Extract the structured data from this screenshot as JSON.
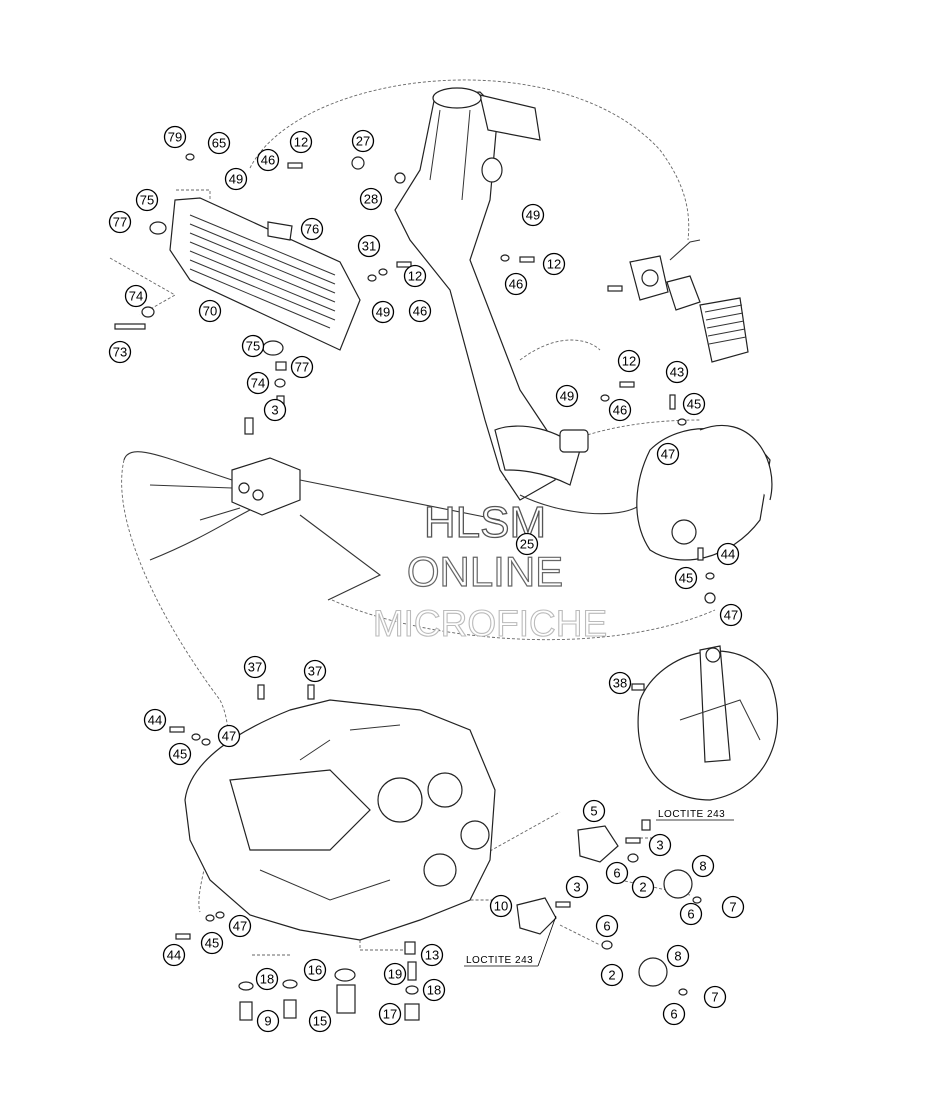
{
  "watermark": {
    "line1": "HLSM",
    "line2": "ONLINE",
    "line3": "MICROFICHE"
  },
  "notes": {
    "loctite_top": "LOCTITE 243",
    "loctite_bottom": "LOCTITE 243"
  },
  "callouts": [
    {
      "id": "c79",
      "label": "79"
    },
    {
      "id": "c65",
      "label": "65"
    },
    {
      "id": "c12a",
      "label": "12"
    },
    {
      "id": "c46a",
      "label": "46"
    },
    {
      "id": "c49a",
      "label": "49"
    },
    {
      "id": "c27",
      "label": "27"
    },
    {
      "id": "c28",
      "label": "28"
    },
    {
      "id": "c75a",
      "label": "75"
    },
    {
      "id": "c77a",
      "label": "77"
    },
    {
      "id": "c76",
      "label": "76"
    },
    {
      "id": "c49b",
      "label": "49"
    },
    {
      "id": "c31",
      "label": "31"
    },
    {
      "id": "c12b",
      "label": "12"
    },
    {
      "id": "c12c",
      "label": "12"
    },
    {
      "id": "c46b",
      "label": "46"
    },
    {
      "id": "c74a",
      "label": "74"
    },
    {
      "id": "c70",
      "label": "70"
    },
    {
      "id": "c49c",
      "label": "49"
    },
    {
      "id": "c46c",
      "label": "46"
    },
    {
      "id": "c73",
      "label": "73"
    },
    {
      "id": "c75b",
      "label": "75"
    },
    {
      "id": "c77b",
      "label": "77"
    },
    {
      "id": "c74b",
      "label": "74"
    },
    {
      "id": "c3a",
      "label": "3"
    },
    {
      "id": "c12d",
      "label": "12"
    },
    {
      "id": "c43",
      "label": "43"
    },
    {
      "id": "c49d",
      "label": "49"
    },
    {
      "id": "c46d",
      "label": "46"
    },
    {
      "id": "c45a",
      "label": "45"
    },
    {
      "id": "c47a",
      "label": "47"
    },
    {
      "id": "c25",
      "label": "25"
    },
    {
      "id": "c44a",
      "label": "44"
    },
    {
      "id": "c45b",
      "label": "45"
    },
    {
      "id": "c47b",
      "label": "47"
    },
    {
      "id": "c37a",
      "label": "37"
    },
    {
      "id": "c37b",
      "label": "37"
    },
    {
      "id": "c38",
      "label": "38"
    },
    {
      "id": "c44b",
      "label": "44"
    },
    {
      "id": "c47c",
      "label": "47"
    },
    {
      "id": "c45c",
      "label": "45"
    },
    {
      "id": "c5",
      "label": "5"
    },
    {
      "id": "c3b",
      "label": "3"
    },
    {
      "id": "c6a",
      "label": "6"
    },
    {
      "id": "c8a",
      "label": "8"
    },
    {
      "id": "c2a",
      "label": "2"
    },
    {
      "id": "c6b",
      "label": "6"
    },
    {
      "id": "c7a",
      "label": "7"
    },
    {
      "id": "c10",
      "label": "10"
    },
    {
      "id": "c3c",
      "label": "3"
    },
    {
      "id": "c6c",
      "label": "6"
    },
    {
      "id": "c2b",
      "label": "2"
    },
    {
      "id": "c8b",
      "label": "8"
    },
    {
      "id": "c7b",
      "label": "7"
    },
    {
      "id": "c6d",
      "label": "6"
    },
    {
      "id": "c44c",
      "label": "44"
    },
    {
      "id": "c45d",
      "label": "45"
    },
    {
      "id": "c47d",
      "label": "47"
    },
    {
      "id": "c13",
      "label": "13"
    },
    {
      "id": "c16",
      "label": "16"
    },
    {
      "id": "c18a",
      "label": "18"
    },
    {
      "id": "c19",
      "label": "19"
    },
    {
      "id": "c18b",
      "label": "18"
    },
    {
      "id": "c9",
      "label": "9"
    },
    {
      "id": "c15",
      "label": "15"
    },
    {
      "id": "c17",
      "label": "17"
    }
  ]
}
